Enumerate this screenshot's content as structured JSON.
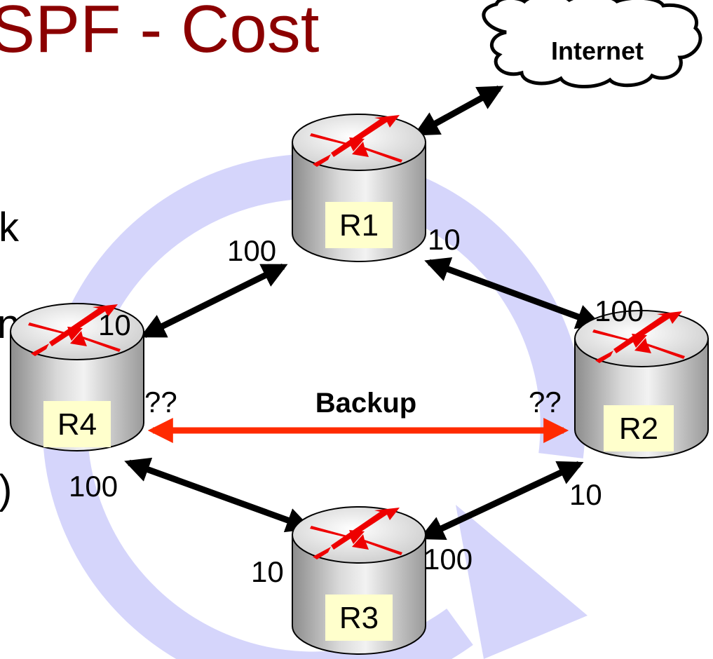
{
  "slide": {
    "title": "SPF - Cost",
    "body_fragments": [
      "k",
      "n",
      ")"
    ]
  },
  "network": {
    "cloud_label": "Internet",
    "routers": [
      "R1",
      "R2",
      "R3",
      "R4"
    ],
    "link_costs": {
      "r1_to_r4": "100",
      "r4_to_r1": "10",
      "r1_to_r2": "10",
      "r2_to_r1": "100",
      "r2_to_r3": "10",
      "r3_to_r2": "100",
      "r4_to_r3": "100",
      "r3_to_r4": "10",
      "r4_backup": "??",
      "r2_backup": "??"
    },
    "backup_label": "Backup"
  },
  "colors": {
    "title": "#8b0000",
    "backup_link": "#ff2a00",
    "link": "#000000",
    "ring": "#d5d5fb",
    "router_label_bg": "#ffffcc",
    "router_arrows": "#ee0000"
  }
}
